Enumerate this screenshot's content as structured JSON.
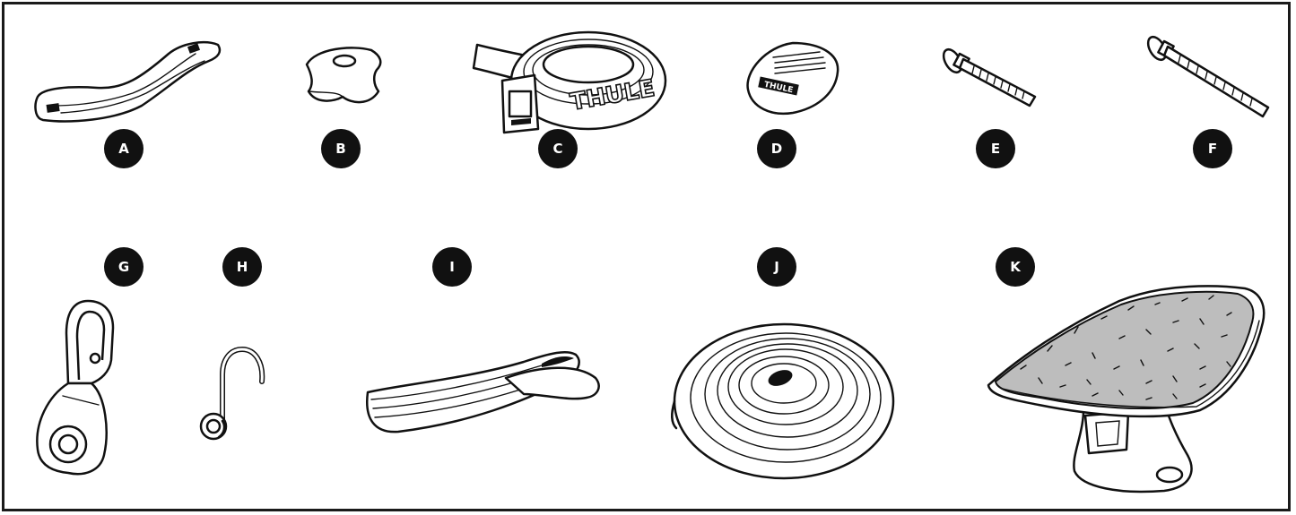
{
  "parts": [
    {
      "label": "A",
      "icon": "mounting-plate-icon"
    },
    {
      "label": "B",
      "icon": "knob-icon"
    },
    {
      "label": "C",
      "icon": "strap-with-buckle-icon"
    },
    {
      "label": "D",
      "icon": "buckle-cover-icon"
    },
    {
      "label": "E",
      "icon": "carriage-bolt-short-icon"
    },
    {
      "label": "F",
      "icon": "carriage-bolt-long-icon"
    },
    {
      "label": "G",
      "icon": "carabiner-pulley-icon"
    },
    {
      "label": "H",
      "icon": "s-hook-icon"
    },
    {
      "label": "I",
      "icon": "folded-strap-icon"
    },
    {
      "label": "J",
      "icon": "coiled-rope-icon"
    },
    {
      "label": "K",
      "icon": "padded-saddle-icon"
    }
  ],
  "brand_text": "THULE"
}
